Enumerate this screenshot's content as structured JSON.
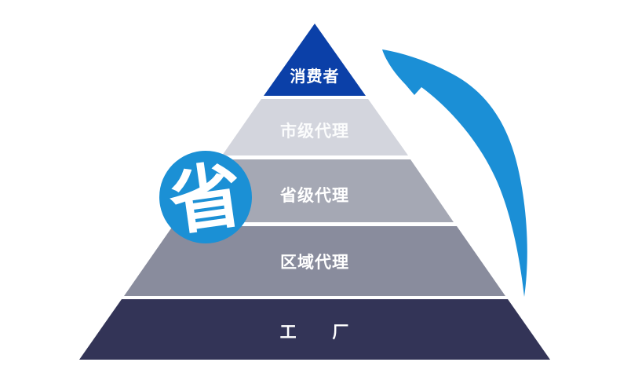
{
  "diagram": {
    "type": "pyramid",
    "background": "#ffffff",
    "label_color": "#ffffff",
    "levels": [
      {
        "rank": 1,
        "label": "消费者",
        "color": "#0b40a8"
      },
      {
        "rank": 2,
        "label": "市级代理",
        "color": "#d3d5dd"
      },
      {
        "rank": 3,
        "label": "省级代理",
        "color": "#a5a8b4"
      },
      {
        "rank": 4,
        "label": "区域代理",
        "color": "#898c9d"
      },
      {
        "rank": 5,
        "label": "工 厂",
        "color": "#333457"
      }
    ],
    "badge": {
      "label": "省",
      "color": "#1b90d5",
      "text_color": "#ffffff"
    },
    "arrow": {
      "color": "#1b8fd6",
      "direction": "bottom-to-top",
      "style": "curved-swoosh"
    }
  }
}
